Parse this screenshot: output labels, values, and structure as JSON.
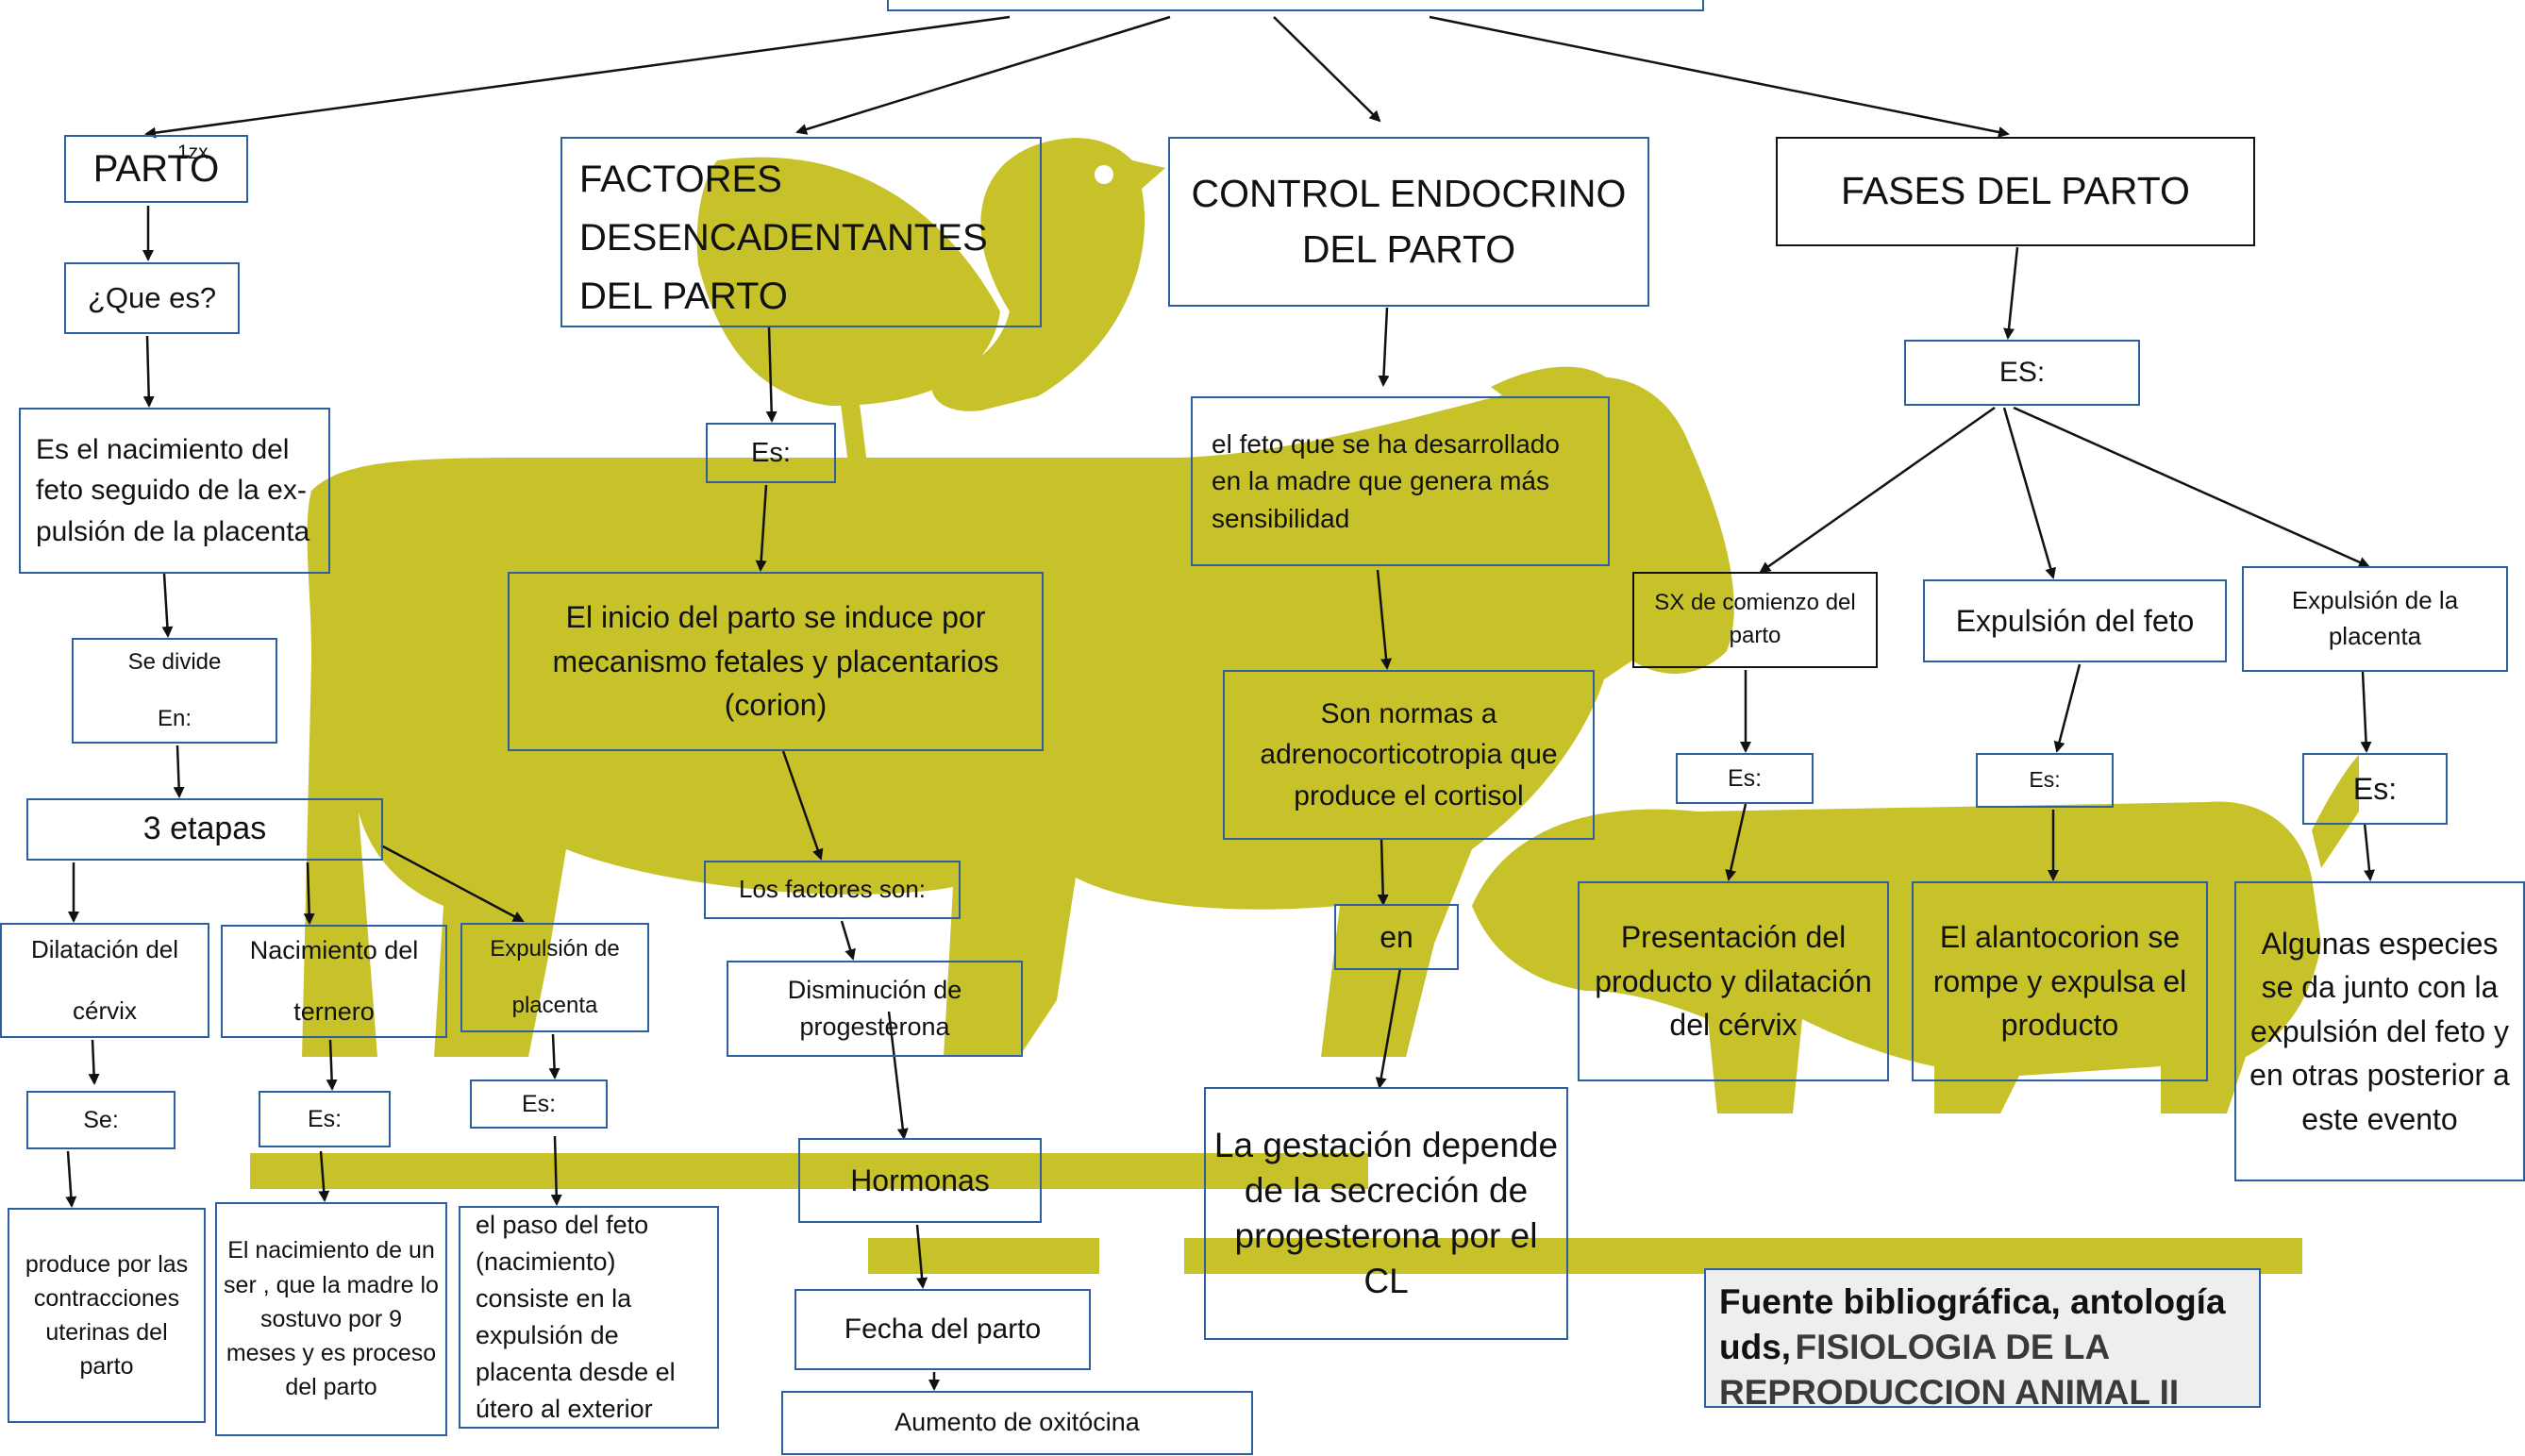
{
  "colors": {
    "watermark": "#c7c22a",
    "box_border": "#2e5f9e"
  },
  "nodes": {
    "parto": "PARTO",
    "parto_note": "1zx",
    "que_es": "¿Que es?",
    "definicion": "Es el nacimiento del feto seguido de la ex- pulsión de la placenta",
    "se_divide": "Se divide\n\nEn:",
    "tres_etapas": "3 etapas",
    "dilatacion": "Dilatación del\n\ncérvix",
    "nacimiento": "Nacimiento del\n\nternero",
    "expulsion_placenta_etapa": "Expulsión de\n\nplacenta",
    "se": "Se:",
    "es_nacimiento": "Es:",
    "es_expulsion": "Es:",
    "contracciones": "produce por las contracciones uterinas del parto",
    "nacimiento_def": "El nacimiento de un ser , que la madre lo sostuvo por 9 meses y es proceso del parto",
    "expulsion_def": "el paso del feto (nacimiento) consiste en la expulsión de placenta desde el útero al exterior",
    "factores": "FACTORES\nDESENCADENTANTES\nDEL PARTO",
    "factores_es": "Es:",
    "inicio": "El inicio del parto se induce por mecanismo fetales y placentarios (corion)",
    "factores_son": "Los factores son:",
    "disminucion": "Disminución de progesterona",
    "hormonas": "Hormonas",
    "fecha": "Fecha del parto",
    "oxitocina": "Aumento de oxitócina",
    "control": "CONTROL ENDOCRINO DEL PARTO",
    "feto_desarrollado": "el feto  que se ha desarrollado  en la madre que genera más sensibilidad",
    "normas": "Son normas a adrenocorticotropia que produce el cortisol",
    "en": "en",
    "gestacion": "La gestación depende de la secreción de progesterona por el CL",
    "fases": "FASES DEL PARTO",
    "fases_es": "ES:",
    "sx": "SX de comienzo del parto",
    "expulsion_feto": "Expulsión del feto",
    "expulsion_placenta_fase": "Expulsión de la placenta",
    "sx_es": "Es:",
    "feto_es": "Es:",
    "placenta_es": "Es:",
    "presentacion": "Presentación del producto y dilatación del cérvix",
    "alantocorion": "El alantocorion se rompe y expulsa el producto",
    "especies": "Algunas especies se da junto con la expulsión del feto y en otras posterior a este evento"
  },
  "credit": {
    "line1": "Fuente bibliográfica, antología uds,",
    "line2": "FISIOLOGIA DE LA REPRODUCCION ANIMAL II"
  }
}
